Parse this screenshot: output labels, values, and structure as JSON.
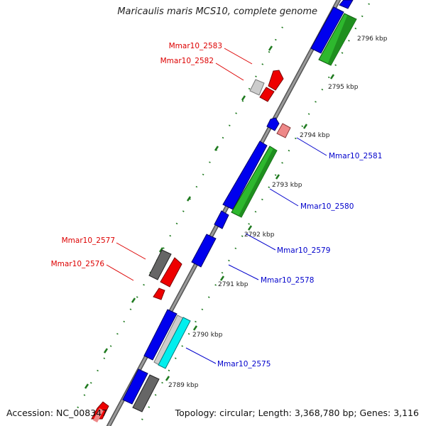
{
  "title": "Maricaulis maris MCS10, complete genome",
  "accession": "Accession: NC_008347",
  "info": "Topology: circular; Length: 3,368,780 bp; Genes: 3,116",
  "colors": {
    "backbone": "#888888",
    "tick": "#1f7a1f",
    "label_left": "#dd0000",
    "label_right": "#0000cc",
    "blue": "#0000ee",
    "green": "#2eb82e",
    "dark_green": "#1f8f1f",
    "red": "#ee0000",
    "grey": "#666666",
    "light_grey": "#cccccc",
    "pink": "#ee8888",
    "cyan": "#00eeee"
  },
  "scale_labels": [
    "2796 kbp",
    "2795 kbp",
    "2794 kbp",
    "2793 kbp",
    "2792 kbp",
    "2791 kbp",
    "2790 kbp",
    "2789 kbp"
  ],
  "gene_labels_left": [
    "Mmar10_2583",
    "Mmar10_2582",
    "Mmar10_2577",
    "Mmar10_2576"
  ],
  "gene_labels_right": [
    "Mmar10_2581",
    "Mmar10_2580",
    "Mmar10_2579",
    "Mmar10_2578",
    "Mmar10_2575"
  ]
}
